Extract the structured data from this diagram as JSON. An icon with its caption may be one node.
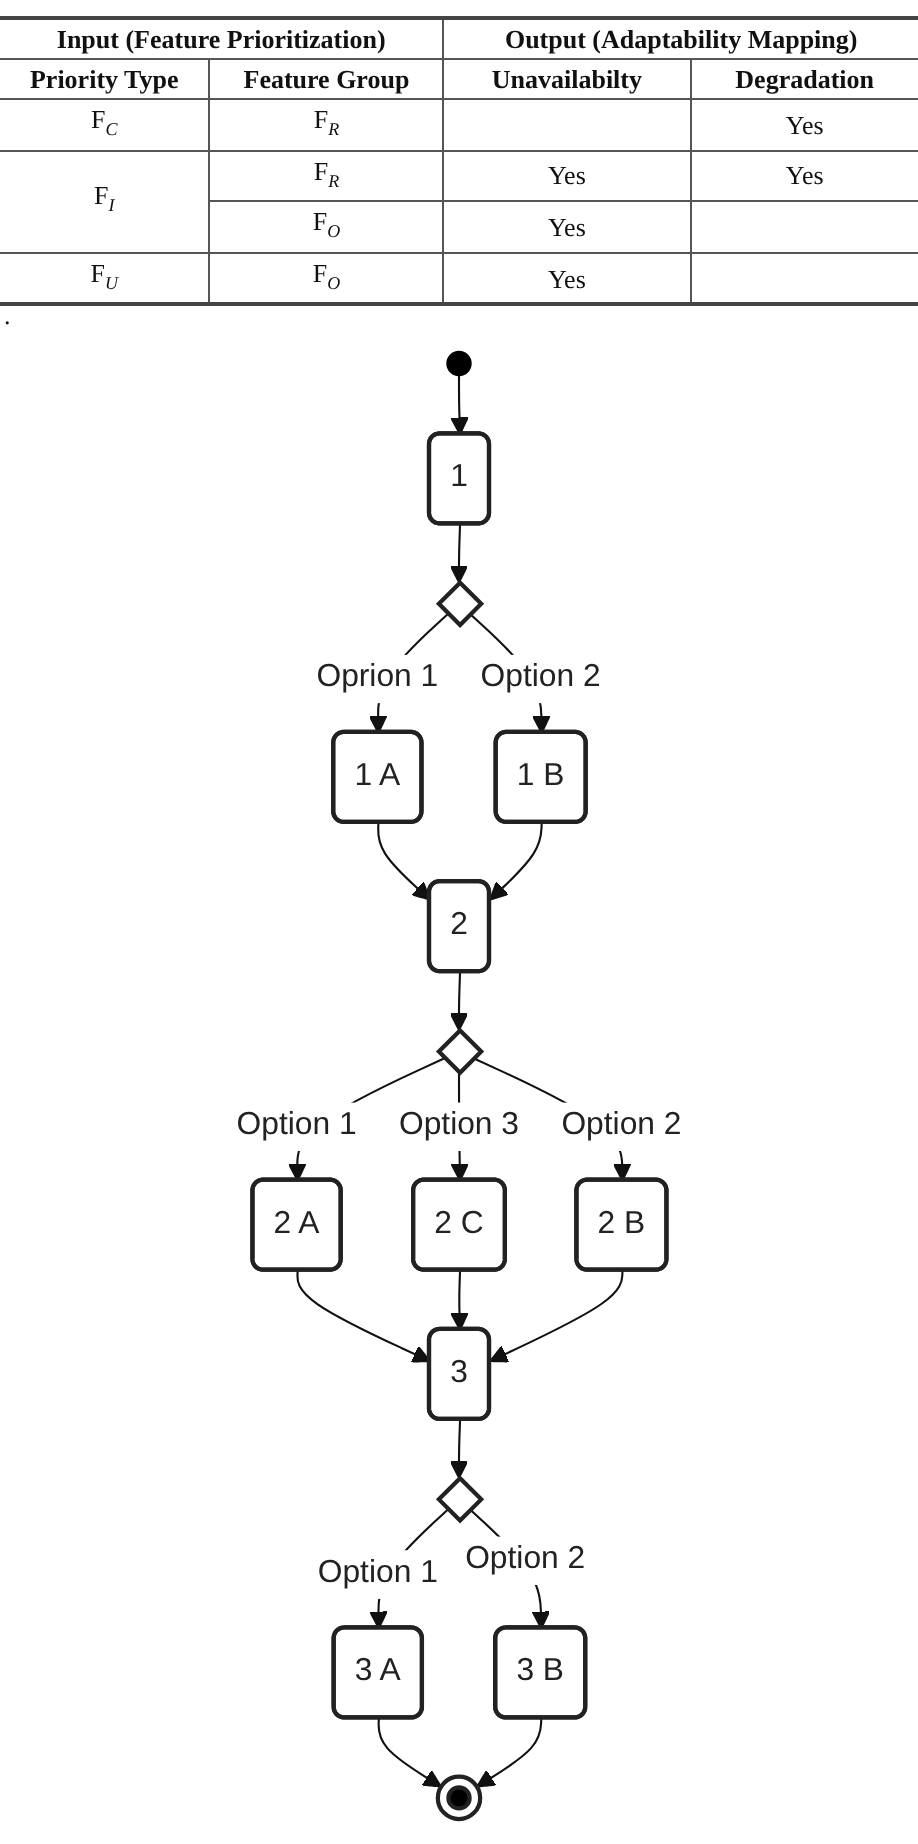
{
  "diagram": {
    "nodes": [
      {
        "text": [],
        "shape": "circle"
      },
      {
        "text": [
          "1"
        ]
      },
      {
        "text": [
          "1 A"
        ]
      },
      {
        "text": [],
        "shape": "diamond"
      },
      {
        "text": [
          "1 B"
        ]
      },
      {
        "text": [
          "2"
        ]
      },
      {
        "text": [
          "2 A"
        ]
      },
      {
        "text": [],
        "shape": "diamond"
      },
      {
        "text": [
          "2 B"
        ]
      },
      {
        "text": [
          "2 C"
        ]
      },
      {
        "text": [
          "3"
        ]
      },
      {
        "text": [
          "3 A"
        ]
      },
      {
        "text": [],
        "shape": "diamond"
      },
      {
        "text": [
          "3 B"
        ]
      },
      {
        "text": [],
        "shape": "circle"
      }
    ],
    "edges": [
      {
        "from": 0,
        "to": 1,
        "arrow": "to"
      },
      {
        "from": 1,
        "to": 3,
        "arrow": "to"
      },
      {
        "from": 3,
        "to": 2,
        "label": "Oprion 1",
        "arrow": "to"
      },
      {
        "from": 3,
        "to": 4,
        "label": "Option 2",
        "arrow": "to"
      },
      {
        "from": 2,
        "to": 5,
        "arrow": "to"
      },
      {
        "from": 4,
        "to": 5,
        "arrow": "to"
      },
      {
        "from": 5,
        "to": 7,
        "arrow": "to"
      },
      {
        "from": 7,
        "to": 6,
        "label": "Option 1",
        "arrow": "to"
      },
      {
        "from": 7,
        "to": 8,
        "label": "Option 2",
        "arrow": "to"
      },
      {
        "from": 7,
        "to": 9,
        "label": "Option 3",
        "arrow": "to"
      },
      {
        "from": 6,
        "to": 10,
        "arrow": "to"
      },
      {
        "from": 9,
        "to": 10,
        "arrow": "to"
      },
      {
        "from": 8,
        "to": 10,
        "arrow": "to"
      },
      {
        "from": 10,
        "to": 12,
        "arrow": "to"
      },
      {
        "from": 12,
        "to": 11,
        "label": "Option 1",
        "arrow": "to"
      },
      {
        "from": 12,
        "to": 13,
        "label": "Option 2",
        "arrow": "to"
      },
      {
        "from": 11,
        "to": 14,
        "arrow": "to"
      },
      {
        "from": 13,
        "to": 14,
        "arrow": "to"
      }
    ],
    "labels": [
      "Input (Feature Prioritization)",
      "Output (Adaptability Mapping)",
      "Priority Type",
      "Feature Group",
      "Unavailabilty",
      "Degradation",
      "F$_{C}$",
      "F$_{R}$",
      "Yes",
      "F$_{I}$",
      "F$_{R}$",
      "Yes",
      "Yes",
      "F$_{O}$",
      "Yes",
      "F$_{U}$",
      "F$_{O}$",
      "Yes",
      "."
    ]
  }
}
